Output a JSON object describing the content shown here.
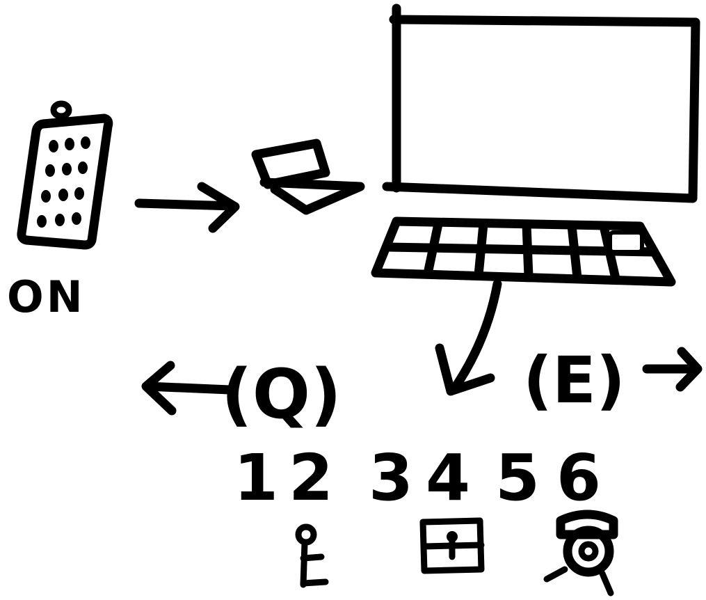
{
  "labels": {
    "power": "ON",
    "key_left": "(Q)",
    "key_right": "(E)",
    "digits": [
      "1",
      "2",
      "3",
      "4",
      "5",
      "6"
    ]
  },
  "colors": {
    "ink": "#000000",
    "paper": "#ffffff"
  },
  "icons": [
    "remote-control-icon",
    "laptop-icon",
    "monitor-icon",
    "keyboard-icon",
    "person-icon",
    "box-icon",
    "security-camera-icon"
  ]
}
